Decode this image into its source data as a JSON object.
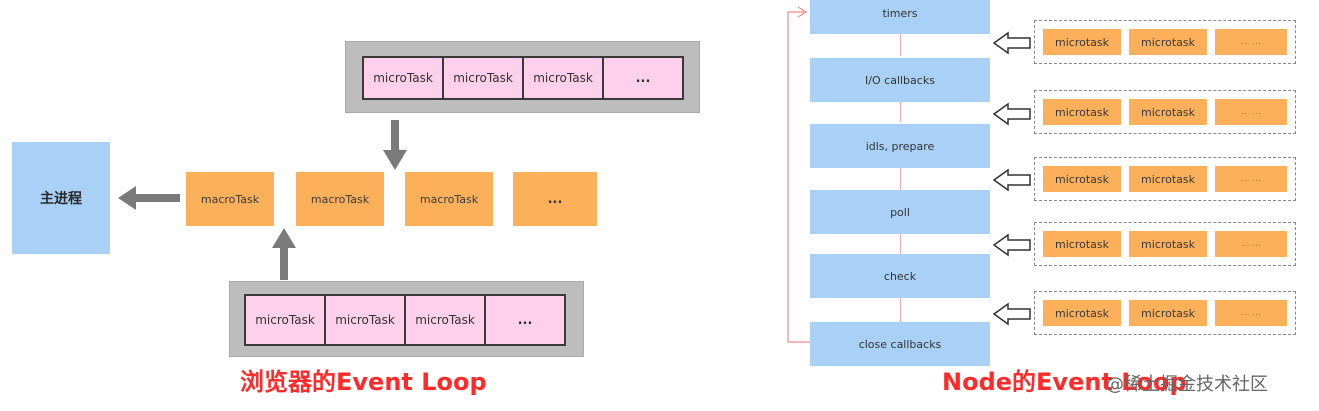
{
  "browser": {
    "main_process": "主进程",
    "top_microtasks": [
      "microTask",
      "microTask",
      "microTask",
      "..."
    ],
    "macrotasks": [
      "macroTask",
      "macroTask",
      "macroTask",
      "..."
    ],
    "bottom_microtasks": [
      "microTask",
      "microTask",
      "microTask",
      "..."
    ],
    "caption": "浏览器的Event Loop"
  },
  "node": {
    "phases": [
      "timers",
      "I/O callbacks",
      "idls, prepare",
      "poll",
      "check",
      "close callbacks"
    ],
    "microtask_rows": [
      [
        "microtask",
        "microtask",
        "... ..."
      ],
      [
        "microtask",
        "microtask",
        "... ..."
      ],
      [
        "microtask",
        "microtask",
        "... ..."
      ],
      [
        "microtask",
        "microtask",
        "... ..."
      ],
      [
        "microtask",
        "microtask",
        "... ..."
      ]
    ],
    "caption": "Node的Event Loop"
  },
  "watermark": "@稀土掘金技术社区"
}
